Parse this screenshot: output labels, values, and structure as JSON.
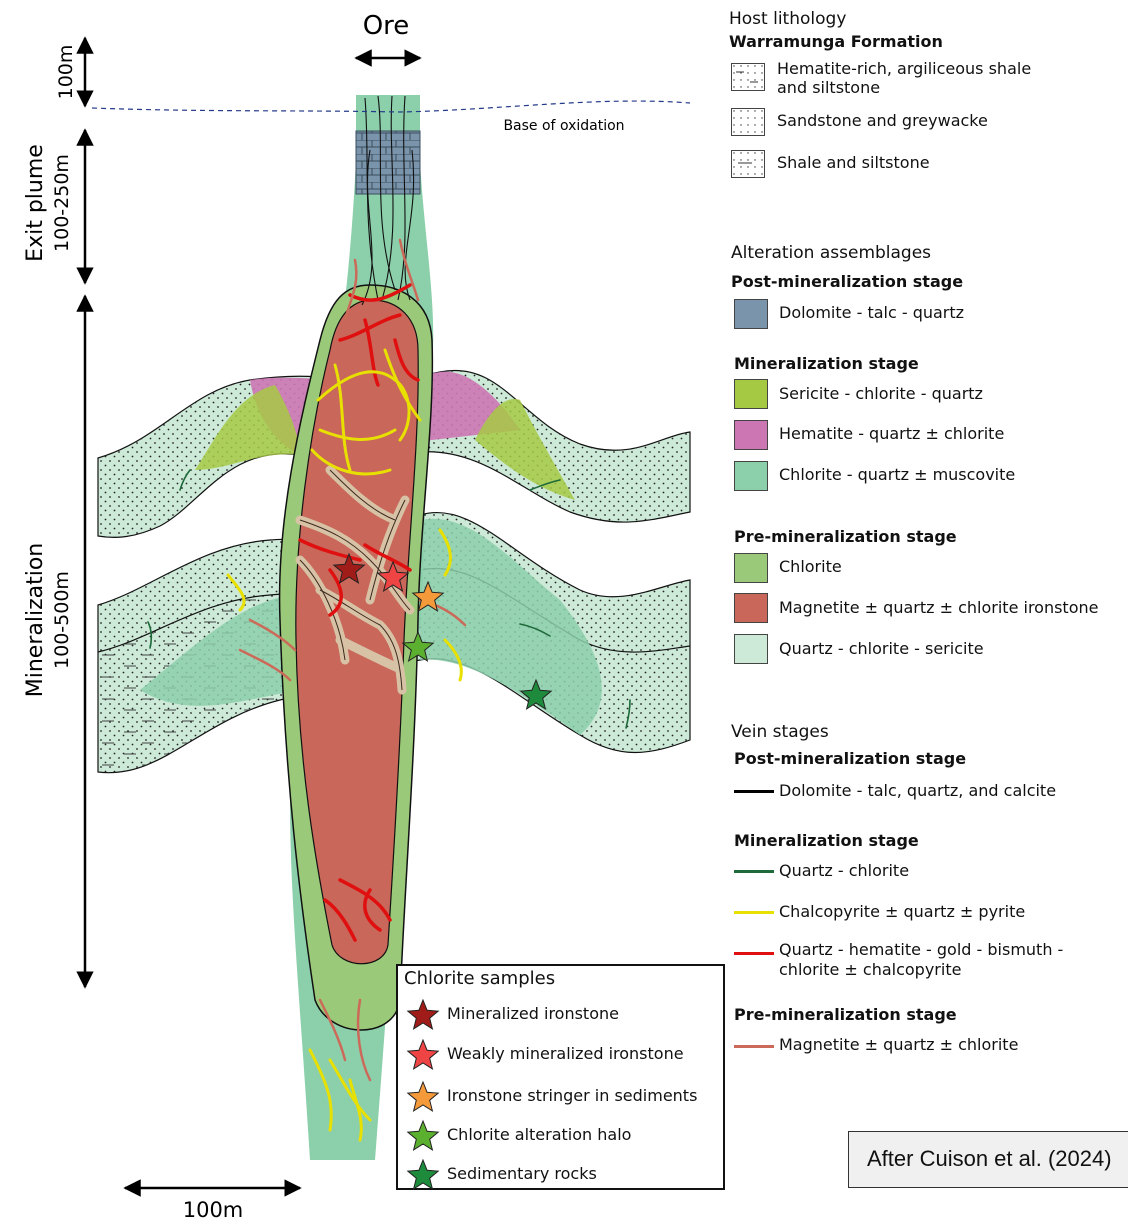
{
  "diagram": {
    "top_label": "Ore",
    "scale_top": "100m",
    "exit_plume_title": "Exit plume",
    "exit_plume_range": "100-250m",
    "mineralization_title": "Mineralization",
    "mineralization_range": "100-500m",
    "base_oxidation": "Base of oxidation",
    "bottom_scale": "100m"
  },
  "legend": {
    "host_title": "Host lithology",
    "host_subtitle": "Warramunga Formation",
    "host_items": [
      {
        "label_line1": "Hematite-rich, argiliceous shale",
        "label_line2": "and siltstone"
      },
      {
        "label_line1": "Sandstone and greywacke",
        "label_line2": ""
      },
      {
        "label_line1": "Shale and siltstone",
        "label_line2": ""
      }
    ],
    "alteration_title": "Alteration assemblages",
    "post_min_head": "Post-mineralization stage",
    "min_head": "Mineralization stage",
    "pre_min_head": "Pre-mineralization stage",
    "alteration_items": [
      {
        "label": "Dolomite - talc - quartz",
        "color": "#7a95ab"
      },
      {
        "label": "Sericite - chlorite - quartz",
        "color": "#a6c944"
      },
      {
        "label": "Hematite - quartz ± chlorite",
        "color": "#cc77b4"
      },
      {
        "label": "Chlorite - quartz ± muscovite",
        "color": "#8ccfab"
      },
      {
        "label": "Chlorite",
        "color": "#9bc97a"
      },
      {
        "label": "Magnetite ± quartz ± chlorite ironstone",
        "color": "#c8675a"
      },
      {
        "label": "Quartz - chlorite - sericite",
        "color": "#cde9d8"
      }
    ],
    "vein_title": "Vein stages",
    "vein_items": [
      {
        "label_line1": "Dolomite - talc, quartz, and calcite",
        "label_line2": "",
        "color": "#000000"
      },
      {
        "label_line1": "Quartz - chlorite",
        "label_line2": "",
        "color": "#1e6a3a"
      },
      {
        "label_line1": "Chalcopyrite ± quartz ± pyrite",
        "label_line2": "",
        "color": "#e8e000"
      },
      {
        "label_line1": "Quartz - hematite - gold - bismuth -",
        "label_line2": "chlorite ± chalcopyrite",
        "color": "#e01010"
      },
      {
        "label_line1": "Magnetite ± quartz ± chlorite",
        "label_line2": "",
        "color": "#cc6a5a"
      }
    ]
  },
  "samples": {
    "title": "Chlorite samples",
    "items": [
      {
        "label": "Mineralized ironstone",
        "color": "#a01c18"
      },
      {
        "label": "Weakly mineralized ironstone",
        "color": "#ee4444"
      },
      {
        "label": "Ironstone stringer in sediments",
        "color": "#f59a3a"
      },
      {
        "label": "Chlorite alteration halo",
        "color": "#5cb030"
      },
      {
        "label": "Sedimentary rocks",
        "color": "#1d8a3c"
      }
    ]
  },
  "citation": "After Cuison et al. (2024)"
}
